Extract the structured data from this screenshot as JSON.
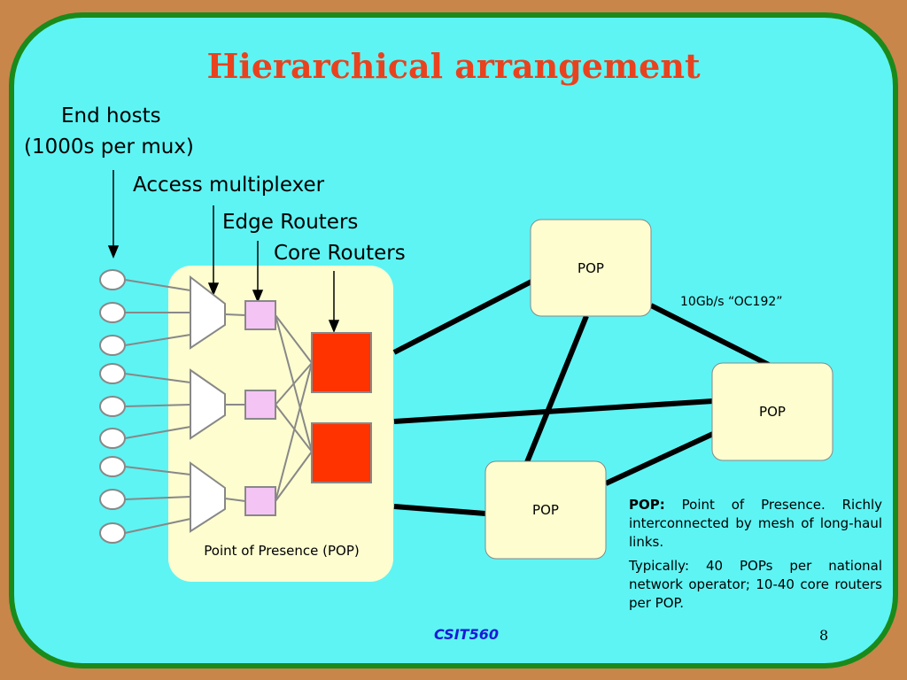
{
  "title": "Hierarchical arrangement",
  "labels": {
    "end_hosts_line1": "End hosts",
    "end_hosts_line2": "(1000s per mux)",
    "access_mux": "Access multiplexer",
    "edge_routers": "Edge Routers",
    "core_routers": "Core Routers"
  },
  "pop_caption": "Point of Presence (POP)",
  "pops": [
    "POP",
    "POP",
    "POP"
  ],
  "link_speed": "10Gb/s “OC192”",
  "description": {
    "term": "POP:",
    "definition": " Point of Presence. Richly interconnected by mesh of long-haul links.",
    "typical": "Typically: 40 POPs per national network operator; 10-40 core routers per POP."
  },
  "footer": "CSIT560",
  "page_number": "8",
  "colors": {
    "background_border": "#c8864a",
    "slide_fill": "#5ef4f4",
    "slide_border": "#1a8a1a",
    "title": "#e8421e",
    "pop_fill": "#fdfdd0",
    "core_router": "#ff3300",
    "edge_router": "#f4c4f4",
    "footer": "#1a1ad8"
  }
}
